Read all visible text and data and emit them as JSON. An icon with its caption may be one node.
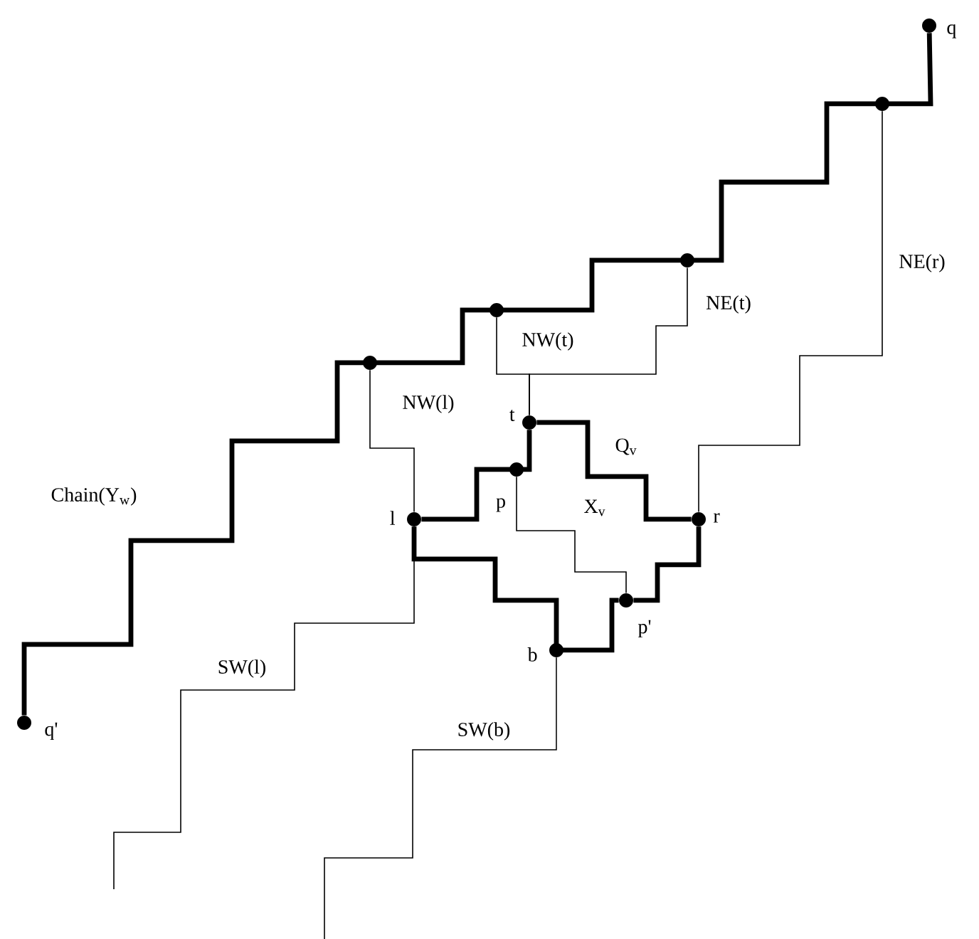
{
  "diagram": {
    "nodes": [
      {
        "text": [
          "q"
        ]
      },
      {
        "text": [],
        "shape": "circle"
      },
      {
        "text": [],
        "shape": "circle"
      },
      {
        "text": [],
        "shape": "circle"
      },
      {
        "text": [],
        "shape": "circle"
      },
      {
        "text": [
          "t"
        ]
      },
      {
        "text": [
          "p"
        ]
      },
      {
        "text": [
          "l"
        ]
      },
      {
        "text": [
          "r"
        ]
      },
      {
        "text": [
          "p'"
        ]
      },
      {
        "text": [
          "b"
        ]
      },
      {
        "text": [
          "q'"
        ]
      }
    ],
    "edges": [
      {
        "from": 11,
        "to": 0,
        "arrow": "none",
        "style": "thick",
        "label": "Chain(Y$_{w}$)"
      },
      {
        "from": 4,
        "to": 7,
        "arrow": "none",
        "label": "NW(l)"
      },
      {
        "from": 3,
        "to": 5,
        "arrow": "none",
        "label": "NW(t)"
      },
      {
        "from": 2,
        "to": 5,
        "arrow": "none",
        "label": "NE(t)"
      },
      {
        "from": 1,
        "to": 8,
        "arrow": "none",
        "label": "NE(r)"
      },
      {
        "from": 5,
        "to": 7,
        "arrow": "none",
        "style": "thick"
      },
      {
        "from": 5,
        "to": 8,
        "arrow": "none",
        "style": "thick",
        "label": "Q$_{v}$"
      },
      {
        "from": 6,
        "to": 9,
        "arrow": "none",
        "label": "X$_{v}$"
      },
      {
        "from": 7,
        "to": 9,
        "arrow": "none",
        "style": "thick"
      },
      {
        "from": 9,
        "to": 8,
        "arrow": "none",
        "style": "thick"
      },
      {
        "from": 7,
        "to": null,
        "arrow": "none",
        "label": "SW(l)"
      },
      {
        "from": 10,
        "to": null,
        "arrow": "none",
        "label": "SW(b)"
      }
    ]
  }
}
